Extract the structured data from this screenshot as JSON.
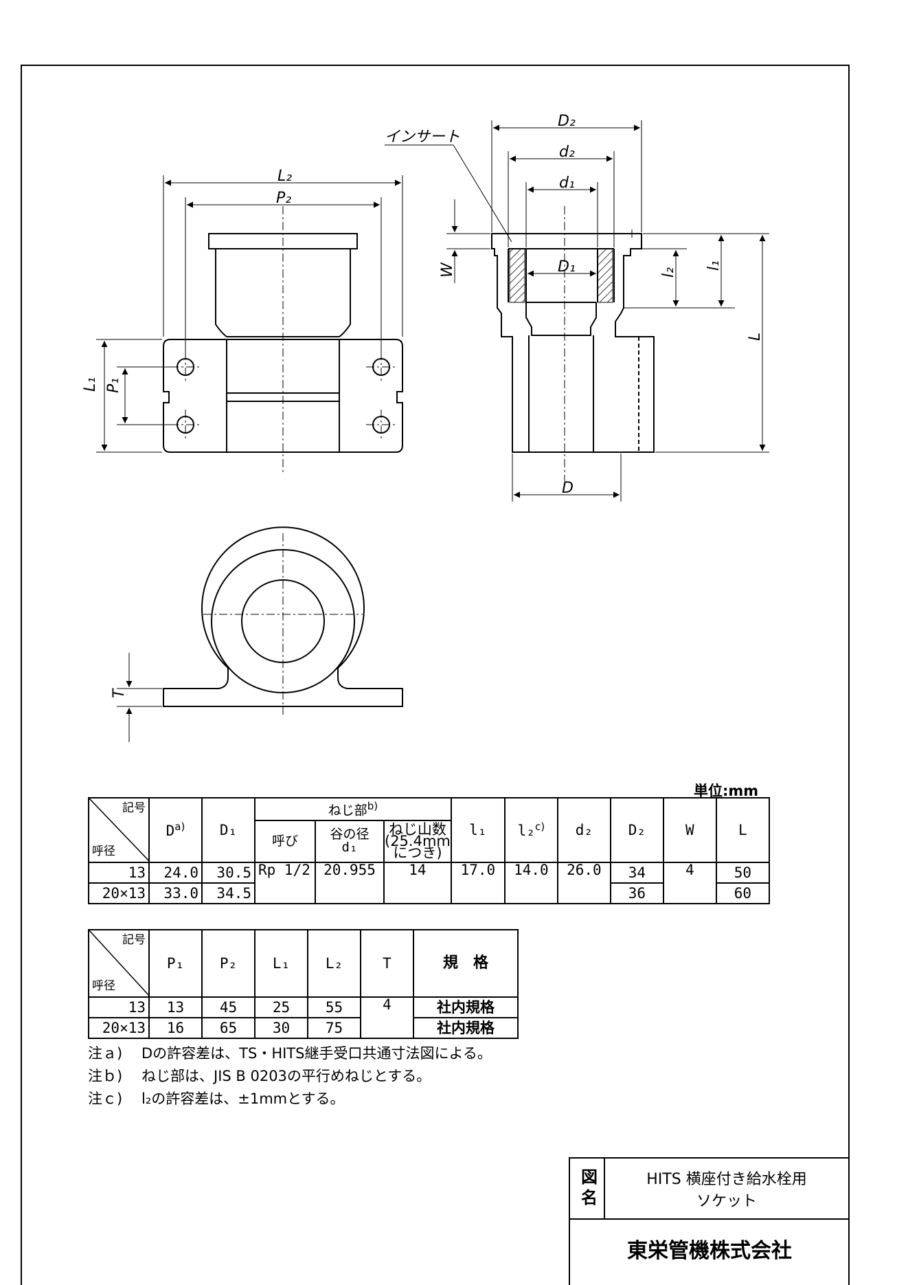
{
  "drawing": {
    "insert_label": "インサート",
    "dims": {
      "L2": "L₂",
      "P2": "P₂",
      "L1": "L₁",
      "P1": "P₁",
      "T": "T",
      "D2": "D₂",
      "d2": "d₂",
      "d1": "d₁",
      "D1": "D₁",
      "D": "D",
      "W": "W",
      "l1": "l₁",
      "l2": "l₂",
      "L": "L"
    }
  },
  "unit_label": "単位:mm",
  "table1": {
    "corner_top": "記号",
    "corner_bottom": "呼径",
    "col_D": "D",
    "col_D_note": "a)",
    "col_D1": "D₁",
    "thread_group": "ねじ部",
    "thread_group_note": "b)",
    "col_call": "呼び",
    "col_root_line1": "谷の径",
    "col_root_line2": "d₁",
    "col_count_line1": "ねじ山数",
    "col_count_line2": "(25.4mm",
    "col_count_line3": "につき)",
    "col_l1": "l₁",
    "col_l2": "l₂",
    "col_l2_note": "c)",
    "col_d2": "d₂",
    "col_D2": "D₂",
    "col_W": "W",
    "col_L": "L",
    "row1": {
      "size": "13",
      "D": "24.0",
      "D1": "30.5",
      "call": "Rp 1/2",
      "root": "20.955",
      "count": "14",
      "l1": "17.0",
      "l2": "14.0",
      "d2": "26.0",
      "D2": "34",
      "W": "4",
      "L": "50"
    },
    "row2": {
      "size": "20×13",
      "D": "33.0",
      "D1": "34.5",
      "D2": "36",
      "L": "60"
    }
  },
  "table2": {
    "corner_top": "記号",
    "corner_bottom": "呼径",
    "col_P1": "P₁",
    "col_P2": "P₂",
    "col_L1": "L₁",
    "col_L2": "L₂",
    "col_T": "T",
    "col_std": "規　格",
    "row1": {
      "size": "13",
      "P1": "13",
      "P2": "45",
      "L1": "25",
      "L2": "55",
      "T": "4",
      "std": "社内規格"
    },
    "row2": {
      "size": "20×13",
      "P1": "16",
      "P2": "65",
      "L1": "30",
      "L2": "75",
      "std": "社内規格"
    }
  },
  "notes": [
    {
      "key": "注ａ)",
      "text": "Dの許容差は、TS・HITS継手受口共通寸法図による。"
    },
    {
      "key": "注ｂ)",
      "text": "ねじ部は、JIS B 0203の平行めねじとする。"
    },
    {
      "key": "注ｃ)",
      "text": "l₂の許容差は、±1mmとする。"
    }
  ],
  "title_block": {
    "label": "図名",
    "name_line1": "HITS 横座付き給水栓用",
    "name_line2": "ソケット",
    "company": "東栄管機株式会社"
  }
}
